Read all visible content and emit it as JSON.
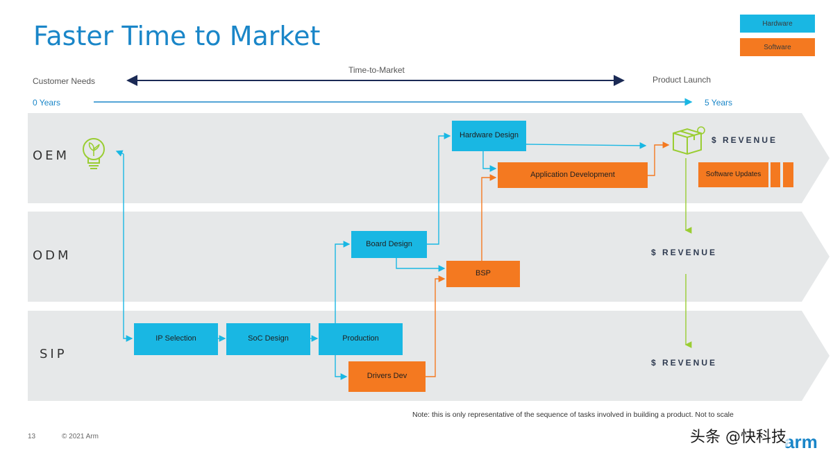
{
  "title": "Faster Time to Market",
  "legend": [
    {
      "label": "Hardware",
      "color": "#19b7e3"
    },
    {
      "label": "Software",
      "color": "#f47920"
    }
  ],
  "timeline": {
    "start_label": "Customer Needs",
    "middle_label": "Time-to-Market",
    "end_label": "Product Launch",
    "years_start": "0 Years",
    "years_end": "5 Years"
  },
  "lanes": [
    "OEM",
    "ODM",
    "SIP"
  ],
  "boxes": {
    "hardware_design": "Hardware Design",
    "application_development": "Application Development",
    "software_updates": "Software Updates",
    "board_design": "Board Design",
    "bsp": "BSP",
    "ip_selection": "IP Selection",
    "soc_design": "SoC Design",
    "production": "Production",
    "drivers_dev": "Drivers Dev"
  },
  "revenue": [
    "$ REVENUE",
    "$ REVENUE",
    "$ REVENUE"
  ],
  "note": "Note: this is only representative of the sequence of tasks involved in building a product. Not to scale",
  "footer": {
    "page": "13",
    "copyright": "© 2021 Arm"
  },
  "brand": "arm",
  "watermark": "头条 @快科技",
  "icons": [
    "lightbulb-icon",
    "product-box-icon"
  ]
}
